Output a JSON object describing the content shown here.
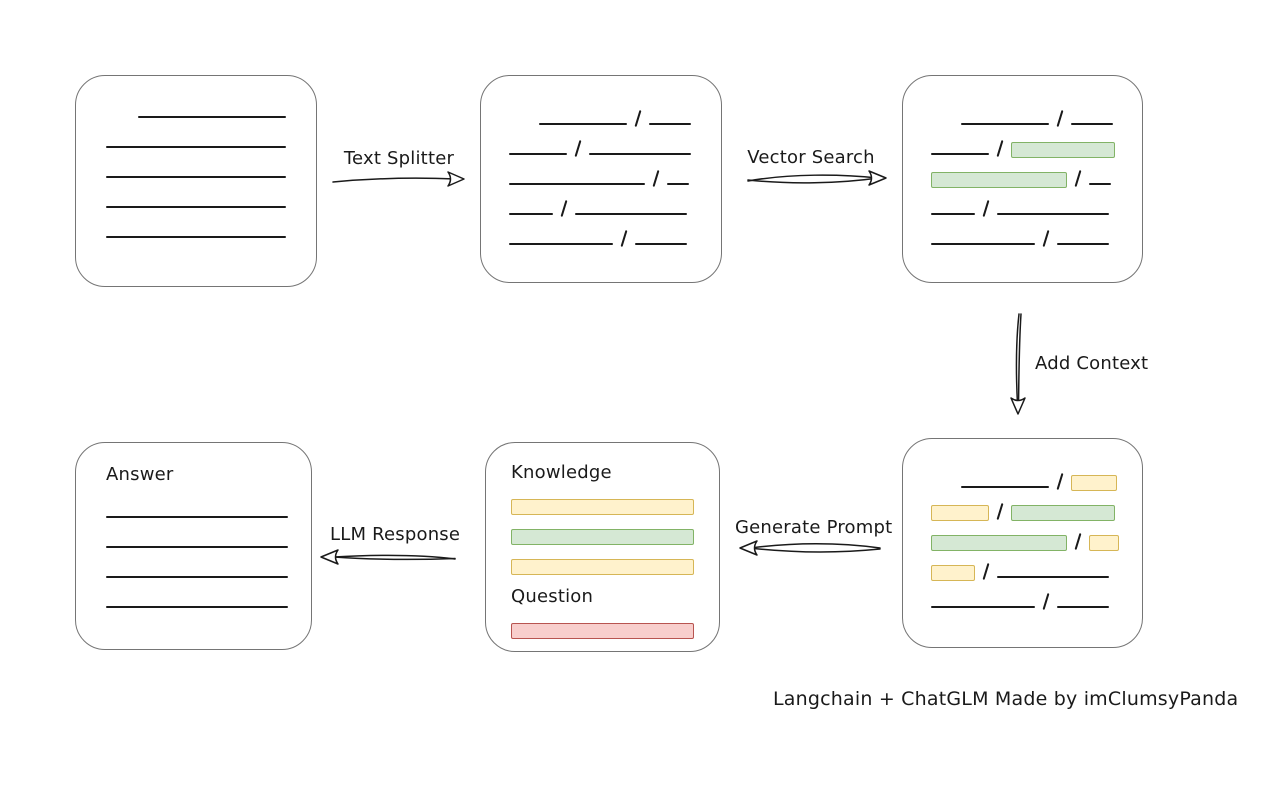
{
  "caption": "Langchain + ChatGLM Made by imClumsyPanda",
  "colors": {
    "line": "#1a1a1a",
    "box_border": "#757575",
    "green_fill": "#d5e8d4",
    "green_border": "#82b366",
    "yellow_fill": "#fff2cc",
    "yellow_border": "#d6b656",
    "red_fill": "#f8cecc",
    "red_border": "#b85450"
  },
  "arrows": [
    {
      "id": "text-splitter",
      "label": "Text Splitter",
      "direction": "right"
    },
    {
      "id": "vector-search",
      "label": "Vector Search",
      "direction": "right"
    },
    {
      "id": "add-context",
      "label": "Add Context",
      "direction": "down"
    },
    {
      "id": "generate-prompt",
      "label": "Generate Prompt",
      "direction": "left"
    },
    {
      "id": "llm-response",
      "label": "LLM Response",
      "direction": "left"
    }
  ],
  "boxes": {
    "document": {
      "rows": [
        {
          "indent": 32,
          "segs": [
            [
              "line",
              148
            ]
          ]
        },
        {
          "segs": [
            [
              "line",
              180
            ]
          ]
        },
        {
          "segs": [
            [
              "line",
              180
            ]
          ]
        },
        {
          "segs": [
            [
              "line",
              180
            ]
          ]
        },
        {
          "segs": [
            [
              "line",
              180
            ]
          ]
        }
      ]
    },
    "chunks": {
      "rows": [
        {
          "indent": 30,
          "segs": [
            [
              "line",
              88
            ],
            [
              "slash"
            ],
            [
              "line",
              42
            ]
          ]
        },
        {
          "segs": [
            [
              "line",
              58
            ],
            [
              "slash"
            ],
            [
              "line",
              102
            ]
          ]
        },
        {
          "segs": [
            [
              "line",
              136
            ],
            [
              "slash"
            ],
            [
              "line",
              22
            ]
          ]
        },
        {
          "segs": [
            [
              "line",
              44
            ],
            [
              "slash"
            ],
            [
              "line",
              112
            ]
          ]
        },
        {
          "segs": [
            [
              "line",
              104
            ],
            [
              "slash"
            ],
            [
              "line",
              52
            ]
          ]
        }
      ]
    },
    "matched_chunks": {
      "rows": [
        {
          "indent": 30,
          "segs": [
            [
              "line",
              88
            ],
            [
              "slash"
            ],
            [
              "line",
              42
            ]
          ]
        },
        {
          "segs": [
            [
              "line",
              58
            ],
            [
              "slash"
            ],
            [
              "bar-green",
              104
            ]
          ]
        },
        {
          "segs": [
            [
              "bar-green",
              136
            ],
            [
              "slash"
            ],
            [
              "line",
              22
            ]
          ]
        },
        {
          "segs": [
            [
              "line",
              44
            ],
            [
              "slash"
            ],
            [
              "line",
              112
            ]
          ]
        },
        {
          "segs": [
            [
              "line",
              104
            ],
            [
              "slash"
            ],
            [
              "line",
              52
            ]
          ]
        }
      ]
    },
    "context_chunks": {
      "rows": [
        {
          "indent": 30,
          "segs": [
            [
              "line",
              88
            ],
            [
              "slash"
            ],
            [
              "bar-yellow",
              46
            ]
          ]
        },
        {
          "segs": [
            [
              "bar-yellow",
              58
            ],
            [
              "slash"
            ],
            [
              "bar-green",
              104
            ]
          ]
        },
        {
          "segs": [
            [
              "bar-green",
              136
            ],
            [
              "slash"
            ],
            [
              "bar-yellow",
              30
            ]
          ]
        },
        {
          "segs": [
            [
              "bar-yellow",
              44
            ],
            [
              "slash"
            ],
            [
              "line",
              112
            ]
          ]
        },
        {
          "segs": [
            [
              "line",
              104
            ],
            [
              "slash"
            ],
            [
              "line",
              52
            ]
          ]
        }
      ]
    },
    "prompt": {
      "knowledge_label": "Knowledge",
      "knowledge_rows": [
        {
          "segs": [
            [
              "bar-yellow",
              183
            ]
          ]
        },
        {
          "segs": [
            [
              "bar-green",
              183
            ]
          ]
        },
        {
          "segs": [
            [
              "bar-yellow",
              183
            ]
          ]
        }
      ],
      "question_label": "Question",
      "question_rows": [
        {
          "segs": [
            [
              "bar-red",
              183
            ]
          ]
        }
      ]
    },
    "answer": {
      "label": "Answer",
      "rows": [
        {
          "segs": [
            [
              "line",
              182
            ]
          ]
        },
        {
          "segs": [
            [
              "line",
              182
            ]
          ]
        },
        {
          "segs": [
            [
              "line",
              182
            ]
          ]
        },
        {
          "segs": [
            [
              "line",
              182
            ]
          ]
        }
      ]
    }
  }
}
